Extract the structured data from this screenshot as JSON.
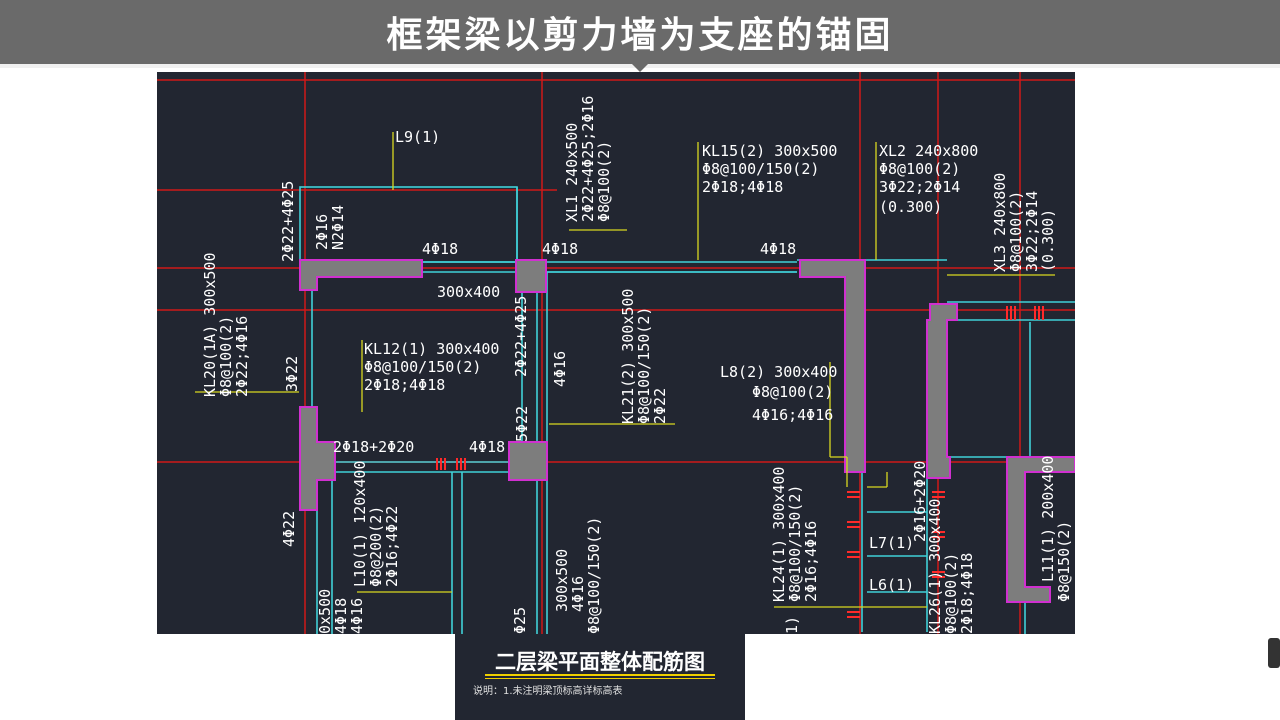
{
  "header": {
    "title": "框架梁以剪力墙为支座的锚固"
  },
  "drawing": {
    "beam_labels": [
      "L9(1)",
      "XL1 240x500",
      "2Φ22+4Φ25;2Φ16",
      "Φ8@100(2)",
      "KL15(2) 300x500",
      "Φ8@100/150(2)",
      "2Φ18;4Φ18",
      "XL2 240x800",
      "Φ8@100(2)",
      "3Φ22;2Φ14",
      "(0.300)",
      "XL3 240x800",
      "Φ8@100(2)",
      "3Φ22;2Φ14",
      "(0.300)",
      "2Φ22+4Φ25",
      "2Φ16",
      "N2Φ14",
      "4Φ18",
      "4Φ18",
      "4Φ18",
      "300x400",
      "KL20(1A) 300x500",
      "Φ8@100(2)",
      "2Φ22;4Φ16",
      "3Φ22",
      "KL12(1) 300x400",
      "Φ8@100/150(2)",
      "2Φ18;4Φ18",
      "2Φ22+4Φ25",
      "4Φ16",
      "KL21(2) 300x500",
      "Φ8@100/150(2)",
      "2Φ22",
      "L8(2) 300x400",
      "Φ8@100(2)",
      "4Φ16;4Φ16",
      "2Φ18+2Φ20",
      "4Φ18",
      "5Φ22",
      "4Φ22",
      "L10(1) 120x400",
      "Φ8@200(2)",
      "2Φ16;4Φ22",
      "300x500",
      "4Φ16",
      "Φ8@100/150(2)",
      "KL24(1) 300x400",
      "Φ8@100/150(2)",
      "2Φ16;4Φ16",
      "2Φ16+2Φ20",
      "L7(1)",
      "L6(1)",
      "KL26(1) 300x400",
      "Φ8@100(2)",
      "2Φ18;4Φ18",
      "L11(1) 200x400",
      "Φ8@150(2)",
      "0x500",
      "4Φ18",
      "4Φ16",
      "Φ25",
      "1)"
    ]
  },
  "legend": {
    "title": "二层梁平面整体配筋图",
    "note": "说明：1.未注明梁顶标高详标高表"
  },
  "colors": {
    "background": "#222631",
    "axis": "#d01818",
    "beam_outline": "#40d0d8",
    "wall": "#7d7d7d",
    "wall_edge": "#d030d0",
    "leader": "#d8d820",
    "text": "#ffffff"
  }
}
